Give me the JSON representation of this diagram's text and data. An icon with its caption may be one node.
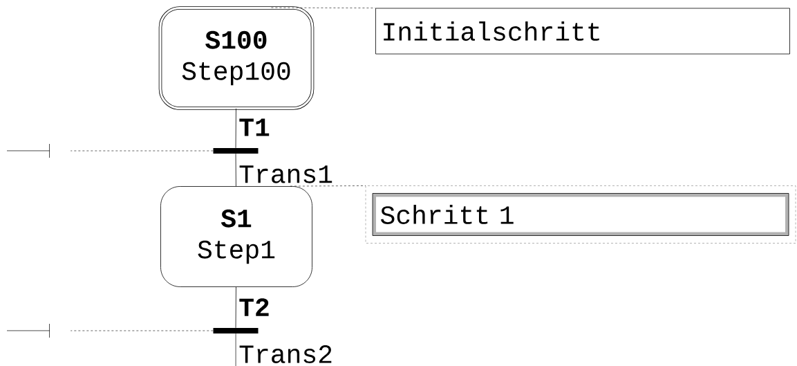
{
  "diagram": {
    "nodes": [
      {
        "text": [
          "S100",
          "Step100"
        ]
      },
      {
        "text": [
          "Initialschritt"
        ]
      },
      {
        "text": [],
        "shape": "bar",
        "beside": [
          "T1",
          "Trans1"
        ]
      },
      {
        "text": [],
        "shape": "line"
      },
      {
        "text": [
          "S1",
          "Step1"
        ]
      },
      {
        "text": [
          "Schritt 1"
        ]
      },
      {
        "text": [],
        "shape": "bar",
        "beside": [
          "T2",
          "Trans2"
        ]
      },
      {
        "text": [],
        "shape": "line"
      }
    ],
    "edges": [
      {
        "from": 0,
        "to": 1,
        "arrow": "none",
        "style": "dashed"
      },
      {
        "from": 0,
        "to": 2,
        "arrow": "none"
      },
      {
        "from": 2,
        "to": 4,
        "arrow": "none"
      },
      {
        "from": 2,
        "to": 3,
        "arrow": "none",
        "style": "dashed"
      },
      {
        "from": 4,
        "to": 5,
        "arrow": "none",
        "style": "dashed"
      },
      {
        "from": 4,
        "to": 6,
        "arrow": "none"
      },
      {
        "from": 6,
        "to": null,
        "arrow": "none"
      },
      {
        "from": 6,
        "to": 7,
        "arrow": "none",
        "style": "dashed"
      }
    ]
  }
}
